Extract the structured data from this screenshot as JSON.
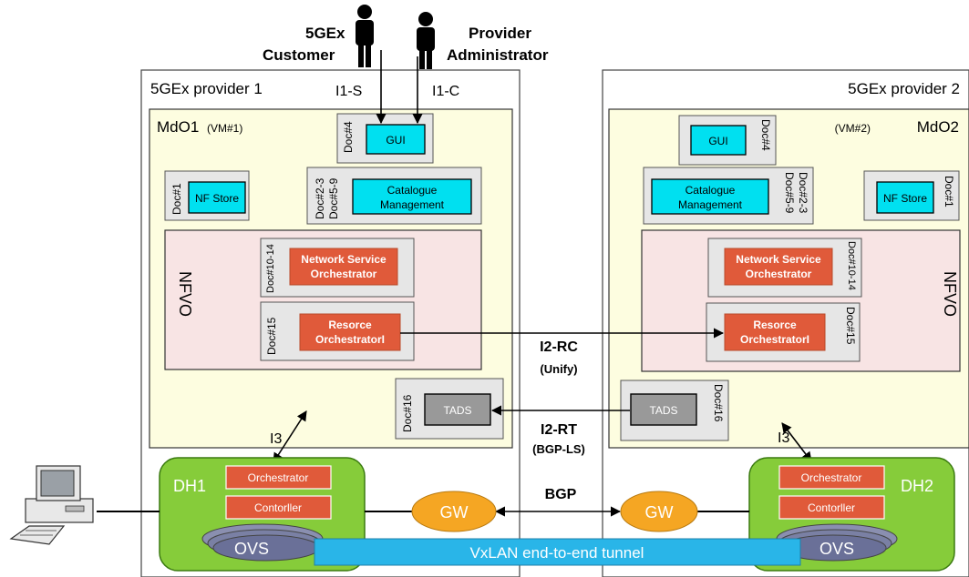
{
  "actors": {
    "customer": {
      "line1": "5GEx",
      "line2": "Customer"
    },
    "admin": {
      "line1": "Provider",
      "line2": "Administrator"
    }
  },
  "provider1": {
    "title": "5GEx provider 1",
    "i1s": "I1-S",
    "i1c": "I1-C",
    "mdo_title": "MdO1",
    "mdo_vm": "(VM#1)",
    "gui": {
      "doc": "Doc#4",
      "label": "GUI"
    },
    "nfstore": {
      "doc": "Doc#1",
      "label": "NF Store"
    },
    "catalogue": {
      "doc1": "Doc#2-3",
      "doc2": "Doc#5-9",
      "line1": "Catalogue",
      "line2": "Management"
    },
    "nfvo": "NFVO",
    "nso": {
      "doc": "Doc#10-14",
      "line1": "Network Service",
      "line2": "Orchestrator"
    },
    "ro": {
      "doc": "Doc#15",
      "line1": "Resorce",
      "line2": "OrchestratorI"
    },
    "tads": {
      "doc": "Doc#16",
      "label": "TADS"
    },
    "i3": "I3",
    "dh": "DH1",
    "orchestrator": "Orchestrator",
    "controller": "Contorller",
    "ovs": "OVS",
    "gw": "GW"
  },
  "provider2": {
    "title": "5GEx provider 2",
    "mdo_title": "MdO2",
    "mdo_vm": "(VM#2)",
    "gui": {
      "doc": "Doc#4",
      "label": "GUI"
    },
    "nfstore": {
      "doc": "Doc#1",
      "label": "NF Store"
    },
    "catalogue": {
      "doc1": "Doc#2-3",
      "doc2": "Doc#5-9",
      "line1": "Catalogue",
      "line2": "Management"
    },
    "nfvo": "NFVO",
    "nso": {
      "doc": "Doc#10-14",
      "line1": "Network Service",
      "line2": "Orchestrator"
    },
    "ro": {
      "doc": "Doc#15",
      "line1": "Resorce",
      "line2": "OrchestratorI"
    },
    "tads": {
      "doc": "Doc#16",
      "label": "TADS"
    },
    "i3": "I3",
    "dh": "DH2",
    "orchestrator": "Orchestrator",
    "controller": "Contorller",
    "ovs": "OVS",
    "gw": "GW"
  },
  "interfaces": {
    "i2rc": "I2-RC",
    "i2rc_sub": "(Unify)",
    "i2rt": "I2-RT",
    "i2rt_sub": "(BGP-LS)",
    "bgp": "BGP"
  },
  "tunnel": "VxLAN end-to-end tunnel",
  "colors": {
    "mdo_fill": "#fdfde0",
    "nfvo_fill": "#f8e4e4",
    "doc_fill": "#e6e6e6",
    "cyan": "#00e0f0",
    "orange_red": "#e05a3a",
    "dh_green": "#86cc3a",
    "gw_orange": "#f5a623",
    "tunnel_blue": "#29b5e8",
    "tads_grey": "#999999"
  }
}
